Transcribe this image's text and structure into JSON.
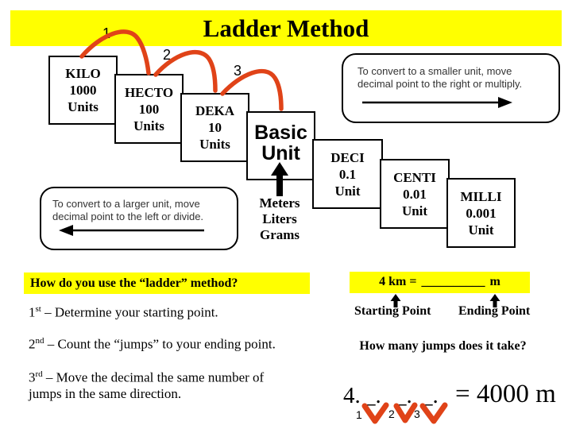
{
  "title": "Ladder Method",
  "ladder": {
    "steps": [
      {
        "name": "KILO",
        "value": "1000",
        "unit": "Units"
      },
      {
        "name": "HECTO",
        "value": "100",
        "unit": "Units"
      },
      {
        "name": "DEKA",
        "value": "10",
        "unit": "Units"
      },
      {
        "name": "DECI",
        "value": "0.1",
        "unit": "Unit"
      },
      {
        "name": "CENTI",
        "value": "0.01",
        "unit": "Unit"
      },
      {
        "name": "MILLI",
        "value": "0.001",
        "unit": "Unit"
      }
    ],
    "basic_unit": {
      "line1": "Basic",
      "line2": "Unit"
    },
    "basic_examples": {
      "line1": "Meters",
      "line2": "Liters",
      "line3": "Grams"
    },
    "jump_numbers": {
      "n1": "1",
      "n2": "2",
      "n3": "3"
    }
  },
  "callouts": {
    "smaller_unit": "To convert to a smaller unit, move decimal  point to the right or multiply.",
    "larger_unit": "To convert to a larger unit, move decimal  point to the left or divide."
  },
  "how_to": {
    "heading": "How do you use the “ladder” method?",
    "step1": {
      "num": "1",
      "ord": "st",
      "text": " – Determine your starting point."
    },
    "step2": {
      "num": "2",
      "ord": "nd",
      "text": " – Count the “jumps” to your ending point."
    },
    "step3": {
      "num": "3",
      "ord": "rd",
      "text": " – Move the decimal the same number of jumps in the same direction."
    }
  },
  "example": {
    "equation_lhs": "4 km =",
    "equation_blank": "__________",
    "equation_unit": "m",
    "starting_label": "Starting Point",
    "ending_label": "Ending Point",
    "jumps_question": "How many jumps does it take?",
    "solution_start": "4.",
    "solution_blank1": "_.",
    "solution_blank2": "_.",
    "solution_blank3": "_.",
    "solution_result": "= 4000 m",
    "jump_numbers": {
      "n1": "1",
      "n2": "2",
      "n3": "3"
    }
  },
  "colors": {
    "accent_red": "#e04318",
    "highlight_yellow": "#ffff00"
  }
}
